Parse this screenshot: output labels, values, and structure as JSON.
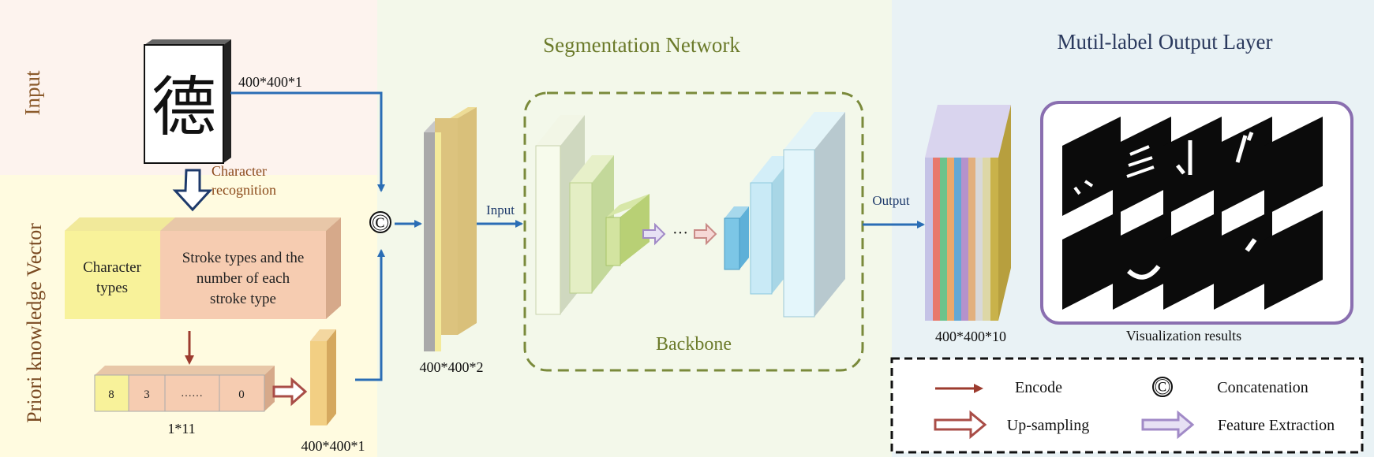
{
  "sections": {
    "input": "Input",
    "priori": "Priori knowledge Vector",
    "segmentation": "Segmentation Network",
    "output_layer": "Mutil-label Output Layer"
  },
  "input_image": {
    "character": "德",
    "dim": "400*400*1",
    "recognition_line1": "Character",
    "recognition_line2": "recognition"
  },
  "priori_box": {
    "char_types_line1": "Character",
    "char_types_line2": "types",
    "stroke_line1": "Stroke types and the",
    "stroke_line2": "number of each",
    "stroke_line3": "stroke type"
  },
  "vector": {
    "cells": [
      "8",
      "3",
      "……",
      "0"
    ],
    "dim": "1*11"
  },
  "upsampled_dim": "400*400*1",
  "concat_symbol": "©",
  "concat_dim": "400*400*2",
  "input_arrow_label": "Input",
  "backbone": {
    "label": "Backbone",
    "dots": "···"
  },
  "output_arrow_label": "Output",
  "output_dim": "400*400*10",
  "output_colors": [
    "#c5c3e6",
    "#e8796c",
    "#6cc38b",
    "#e9a86b",
    "#62a8d4",
    "#b592cb",
    "#e2b07d",
    "#d8d8d8",
    "#ddd7a6",
    "#c9b24a"
  ],
  "visualization_label": "Visualization results",
  "legend": {
    "encode": "Encode",
    "concatenation": "Concatenation",
    "upsampling": "Up-sampling",
    "feature_extraction": "Feature Extraction",
    "concat_symbol": "©"
  },
  "colors": {
    "section_input_bg": "#fdf3ee",
    "section_priori_bg": "#fffbe0",
    "section_seg_bg": "#f3f8ea",
    "section_output_bg": "#e9f2f5",
    "section_input_title": "#8b5a2b",
    "section_seg_title": "#6b7a2a",
    "section_output_title": "#2b3a5e",
    "blue_arrow": "#2a6db5",
    "encode_arrow": "#9c3b2e",
    "upsample_arrow": "#a94d47",
    "feature_arrow": "#a18ac7",
    "backbone_border": "#7a8a3b",
    "vis_border": "#8a6fb0"
  }
}
